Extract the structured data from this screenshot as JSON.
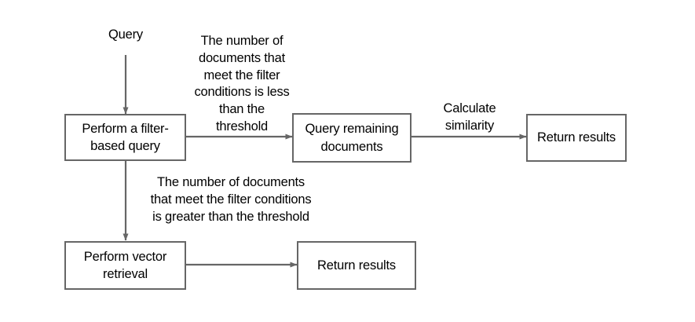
{
  "diagram": {
    "title_label": "Query",
    "stroke_color": "#666666",
    "text_color": "#000000",
    "background_color": "#ffffff",
    "nodes": [
      {
        "id": "filter-query",
        "label": "Perform a filter-\nbased query"
      },
      {
        "id": "query-remaining",
        "label": "Query remaining\ndocuments"
      },
      {
        "id": "return-results-top",
        "label": "Return results"
      },
      {
        "id": "vector-retrieval",
        "label": "Perform vector\nretrieval"
      },
      {
        "id": "return-results-bottom",
        "label": "Return results"
      }
    ],
    "edge_labels": [
      {
        "id": "less-than-threshold",
        "text": "The number of\ndocuments that\nmeet the filter\nconditions is less\nthan the\nthreshold"
      },
      {
        "id": "calculate-similarity",
        "text": "Calculate\nsimilarity"
      },
      {
        "id": "greater-than-threshold",
        "text": "The number of documents\nthat meet the filter conditions\nis greater than the threshold"
      }
    ]
  }
}
